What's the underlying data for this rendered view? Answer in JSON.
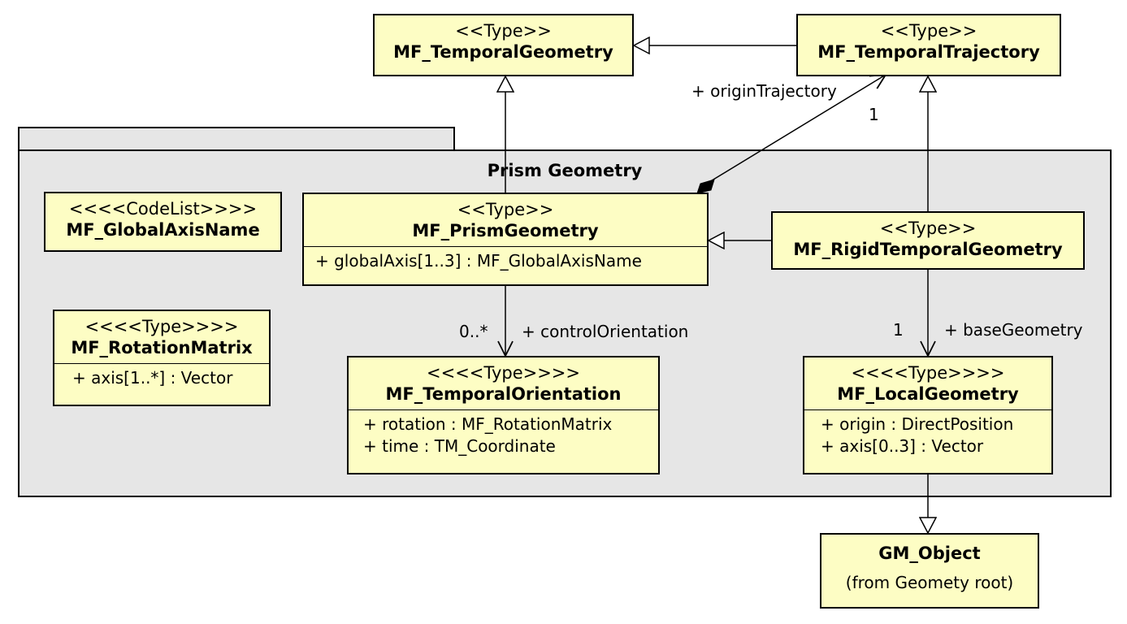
{
  "package": {
    "name": "Prism Geometry"
  },
  "classes": {
    "temporal_geometry": {
      "stereotype": "<<Type>>",
      "name": "MF_TemporalGeometry"
    },
    "temporal_trajectory": {
      "stereotype": "<<Type>>",
      "name": "MF_TemporalTrajectory"
    },
    "global_axis_name": {
      "stereotype": "<<<<CodeList>>>>",
      "name": "MF_GlobalAxisName"
    },
    "prism_geometry": {
      "stereotype": "<<Type>>",
      "name": "MF_PrismGeometry",
      "attributes": [
        "+ globalAxis[1..3] : MF_GlobalAxisName"
      ]
    },
    "rigid_temporal_geometry": {
      "stereotype": "<<Type>>",
      "name": "MF_RigidTemporalGeometry"
    },
    "rotation_matrix": {
      "stereotype": "<<<<Type>>>>",
      "name": "MF_RotationMatrix",
      "attributes": [
        "+ axis[1..*] : Vector"
      ]
    },
    "temporal_orientation": {
      "stereotype": "<<<<Type>>>>",
      "name": "MF_TemporalOrientation",
      "attributes": [
        "+ rotation : MF_RotationMatrix",
        "+ time : TM_Coordinate"
      ]
    },
    "local_geometry": {
      "stereotype": "<<<<Type>>>>",
      "name": "MF_LocalGeometry",
      "attributes": [
        "+ origin : DirectPosition",
        "+ axis[0..3] : Vector"
      ]
    },
    "gm_object": {
      "name": "GM_Object",
      "note": "(from Geomety root)"
    }
  },
  "associations": {
    "origin_trajectory": {
      "role": "+ originTrajectory",
      "multiplicity": "1"
    },
    "control_orientation": {
      "role": "+ controlOrientation",
      "multiplicity": "0..*"
    },
    "base_geometry": {
      "role": "+ baseGeometry",
      "multiplicity": "1"
    }
  }
}
